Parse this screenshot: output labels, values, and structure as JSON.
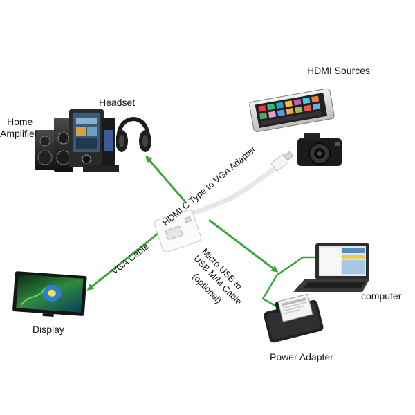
{
  "labels": {
    "home_amplifier_line1": "Home",
    "home_amplifier_line2": "Amplifier",
    "headset": "Headset",
    "hdmi_sources": "HDMI Sources",
    "display": "Display",
    "computer": "computer",
    "power_adapter": "Power Adapter",
    "adapter_label": "HDMI C Type to VGA Adapter",
    "vga_cable": "VGA Cable",
    "micro_usb_line1": "Micro USB to",
    "micro_usb_line2": "USB M/M Cable",
    "micro_usb_line3": "(optional)"
  },
  "colors": {
    "arrow": "#3aa63a",
    "background": "#ffffff"
  },
  "icons": [
    "speaker-icon",
    "headphones-icon",
    "tablet-icon",
    "camera-icon",
    "monitor-icon",
    "laptop-icon",
    "power-adapter-icon",
    "adapter-icon"
  ]
}
